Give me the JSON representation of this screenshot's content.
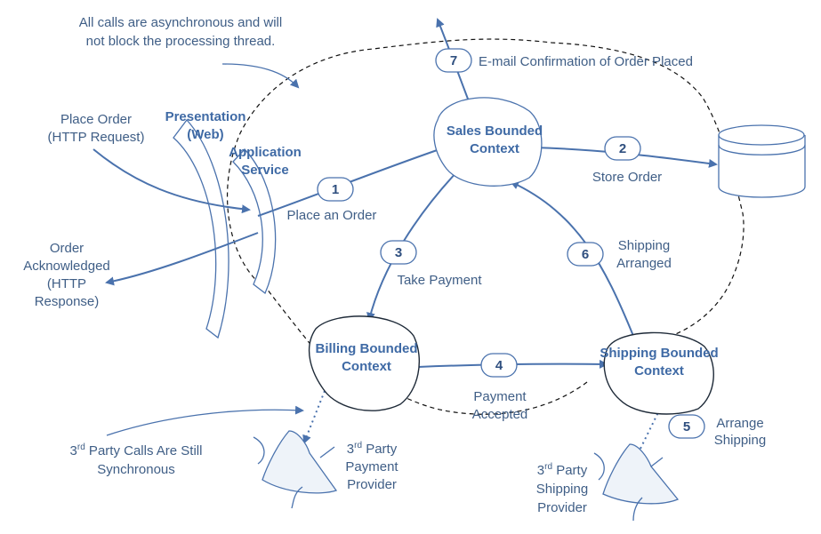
{
  "notes": {
    "async_line1": "All calls are asynchronous and will",
    "async_line2": "not block the processing thread.",
    "sync_line1_pre": "3",
    "sync_line1_sup": "rd",
    "sync_line1_post": " Party Calls Are Still",
    "sync_line2": "Synchronous"
  },
  "inputs": {
    "place_order_line1": "Place Order",
    "place_order_line2": "(HTTP Request)",
    "ack_line1": "Order",
    "ack_line2": "Acknowledged",
    "ack_line3": "(HTTP",
    "ack_line4": "Response)"
  },
  "layers": {
    "presentation_line1": "Presentation",
    "presentation_line2": "(Web)",
    "application_line1": "Application",
    "application_line2": "Service"
  },
  "contexts": {
    "sales_line1": "Sales Bounded",
    "sales_line2": "Context",
    "billing_line1": "Billing Bounded",
    "billing_line2": "Context",
    "shipping_line1": "Shipping Bounded",
    "shipping_line2": "Context"
  },
  "steps": [
    {
      "num": "1",
      "line1": "Place an Order",
      "line2": ""
    },
    {
      "num": "2",
      "line1": "Store Order",
      "line2": ""
    },
    {
      "num": "3",
      "line1": "Take Payment",
      "line2": ""
    },
    {
      "num": "4",
      "line1": "Payment",
      "line2": "Accepted"
    },
    {
      "num": "5",
      "line1": "Arrange",
      "line2": "Shipping"
    },
    {
      "num": "6",
      "line1": "Shipping",
      "line2": "Arranged"
    },
    {
      "num": "7",
      "line1": "E-mail Confirmation of Order Placed",
      "line2": ""
    }
  ],
  "providers": {
    "payment_line1_pre": "3",
    "payment_line1_sup": "rd",
    "payment_line1_post": " Party",
    "payment_line2": "Payment",
    "payment_line3": "Provider",
    "shipping_line1_pre": "3",
    "shipping_line1_sup": "rd",
    "shipping_line1_post": " Party",
    "shipping_line2": "Shipping",
    "shipping_line3": "Provider"
  },
  "colors": {
    "accent": "#4a72ad",
    "text": "#3f5e86",
    "outline": "#1e2a38"
  }
}
